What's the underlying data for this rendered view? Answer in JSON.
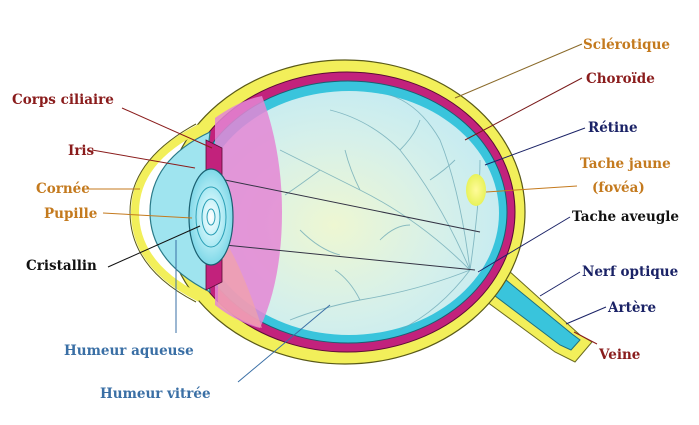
{
  "labels": {
    "sclerotique": "Sclérotique",
    "choroide": "Choroïde",
    "retine": "Rétine",
    "tache_jaune": "Tache jaune",
    "fovea": "(fovéa)",
    "tache_aveugle": "Tache aveugle",
    "nerf_optique": "Nerf optique",
    "artere": "Artère",
    "veine": "Veine",
    "corps_ciliaire": "Corps ciliaire",
    "iris": "Iris",
    "cornee": "Cornée",
    "pupille": "Pupille",
    "cristallin": "Cristallin",
    "humeur_aqueuse": "Humeur aqueuse",
    "humeur_vitree": "Humeur vitrée"
  },
  "colors": {
    "sclera": "#f2ef5a",
    "choroid": "#c2227c",
    "retina": "#39c4dc",
    "vitreous": "#cdeef3",
    "ciliary": "#e486d5",
    "aqueous": "#9fe4ef",
    "orange_label": "#c47a1e",
    "maroon_label": "#8a1c1c",
    "navy_label": "#1a2266",
    "blue_label": "#3a6fa5",
    "black_label": "#111111"
  }
}
